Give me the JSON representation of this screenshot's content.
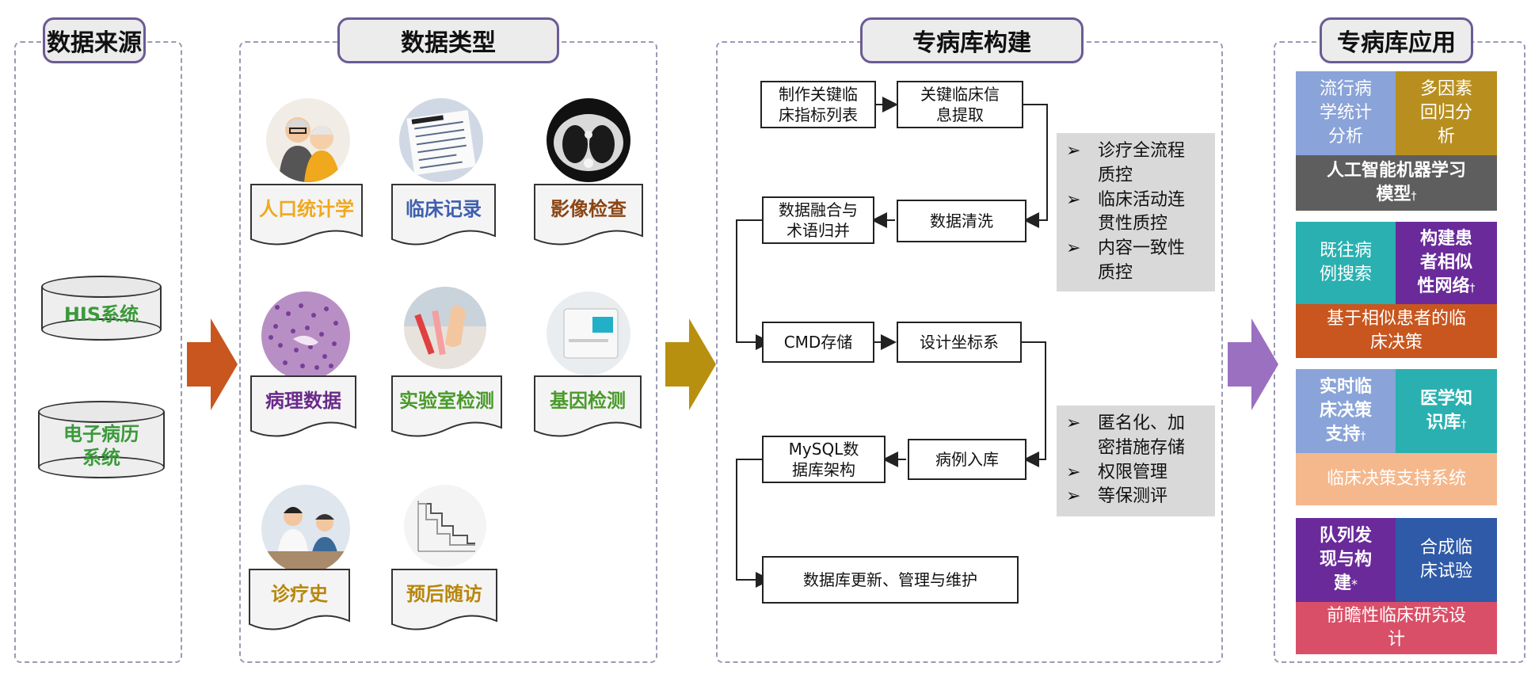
{
  "headers": {
    "col1": "数据来源",
    "col2": "数据类型",
    "col3": "专病库构建",
    "col4": "专病库应用"
  },
  "sources": {
    "his": "HIS系统",
    "emr_line1": "电子病历",
    "emr_line2": "系统"
  },
  "data_types": [
    {
      "label": "人口统计学",
      "color": "#f0a81c"
    },
    {
      "label": "临床记录",
      "color": "#3f5fae"
    },
    {
      "label": "影像检查",
      "color": "#8b4513"
    },
    {
      "label": "病理数据",
      "color": "#6a2a8a"
    },
    {
      "label": "实验室检测",
      "color": "#4a9a2a"
    },
    {
      "label": "基因检测",
      "color": "#4a9a2a"
    },
    {
      "label": "诊疗史",
      "color": "#b8860b"
    },
    {
      "label": "预后随访",
      "color": "#b8860b"
    }
  ],
  "build": {
    "box1": "制作关键临床指标列表",
    "box1_l1": "制作关键临",
    "box1_l2": "床指标列表",
    "box2_l1": "关键临床信",
    "box2_l2": "息提取",
    "box3_l1": "数据融合与",
    "box3_l2": "术语归并",
    "box4": "数据清洗",
    "box5": "CMD存储",
    "box6": "设计坐标系",
    "box7_l1": "MySQL数",
    "box7_l2": "据库架构",
    "box8": "病例入库",
    "box9": "数据库更新、管理与维护",
    "qc": [
      {
        "l1": "诊疗全流程",
        "l2": "质控"
      },
      {
        "l1": "临床活动连",
        "l2": "贯性质控"
      },
      {
        "l1": "内容一致性",
        "l2": "质控"
      }
    ],
    "sec": [
      {
        "l1": "匿名化、加",
        "l2": "密措施存储"
      },
      {
        "l1": "权限管理",
        "l2": ""
      },
      {
        "l1": "等保测评",
        "l2": ""
      }
    ],
    "bullet": "➢"
  },
  "apps": {
    "g1": {
      "a_l1": "流行病",
      "a_l2": "学统计",
      "a_l3": "分析",
      "b_l1": "多因素",
      "b_l2": "回归分",
      "b_l3": "析",
      "c_l1": "人工智能机器学习",
      "c_l2": "模型",
      "c_mark": "†"
    },
    "g2": {
      "a_l1": "既往病",
      "a_l2": "例搜索",
      "b_l1": "构建患",
      "b_l2": "者相似",
      "b_l3": "性网络",
      "b_mark": "†",
      "c_l1": "基于相似患者的临",
      "c_l2": "床决策"
    },
    "g3": {
      "a_l1": "实时临",
      "a_l2": "床决策",
      "a_l3": "支持",
      "a_mark": "†",
      "b_l1": "医学知",
      "b_l2": "识库",
      "b_mark": "†",
      "c": "临床决策支持系统"
    },
    "g4": {
      "a_l1": "队列发",
      "a_l2": "现与构",
      "a_l3": "建",
      "a_mark": "*",
      "b_l1": "合成临",
      "b_l2": "床试验",
      "c_l1": "前瞻性临床研究设",
      "c_l2": "计"
    }
  },
  "colors": {
    "arrow1": "#c8561e",
    "arrow2": "#b8900f",
    "arrow3": "#9b70c0",
    "blue_tile": "#8aa3d8",
    "gold_tile": "#b88f1f",
    "dark_grey": "#5e5e5e",
    "teal": "#2ab0b0",
    "purple": "#6a2a9a",
    "orange": "#c8561e",
    "peach": "#f5b88c",
    "navy": "#2e5aa8",
    "pink": "#d94f68"
  }
}
